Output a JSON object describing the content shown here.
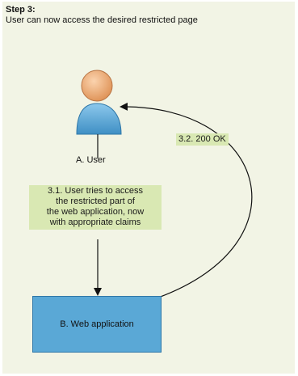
{
  "step": {
    "title": "Step 3:",
    "description": "User can now access the desired restricted page"
  },
  "diagram": {
    "user_label": "A. User",
    "web_app_label": "B. Web application",
    "request_label": "3.1. User tries to access the restricted part of the web application, now with appropriate claims",
    "request_label_lines": [
      "3.1. User tries to access",
      "the restricted part of",
      "the web application, now",
      "with appropriate claims"
    ],
    "response_label": "3.2. 200 OK"
  },
  "colors": {
    "panel_background": "#f2f4e5",
    "label_highlight": "#d9e8b3",
    "web_app_box": "#5aa8d6",
    "user_body": "#5aa8d6",
    "user_head": "#f2b07a",
    "arrow": "#111111"
  }
}
